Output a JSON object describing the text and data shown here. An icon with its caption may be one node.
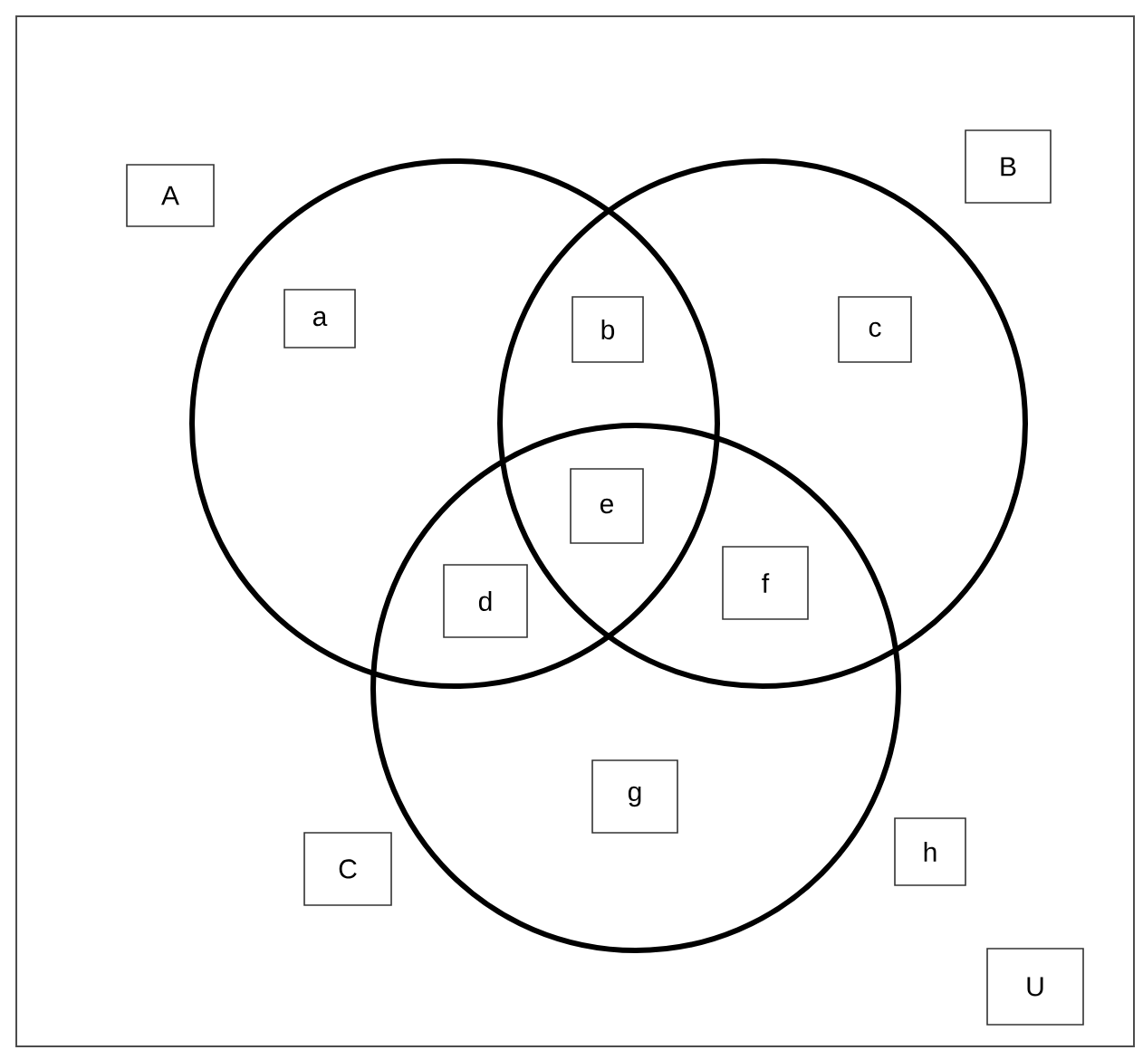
{
  "diagram": {
    "nodes": [
      {
        "text": [
          "A"
        ]
      },
      {
        "text": [
          "B"
        ]
      },
      {
        "text": [
          "a"
        ]
      },
      {
        "text": [
          "b"
        ]
      },
      {
        "text": [
          "c"
        ]
      },
      {
        "text": [
          "e"
        ]
      },
      {
        "text": [
          "d"
        ]
      },
      {
        "text": [
          "f"
        ]
      },
      {
        "text": [
          "g"
        ]
      },
      {
        "text": [
          "h"
        ]
      },
      {
        "text": [
          "C"
        ]
      },
      {
        "text": [
          "U"
        ]
      }
    ]
  }
}
